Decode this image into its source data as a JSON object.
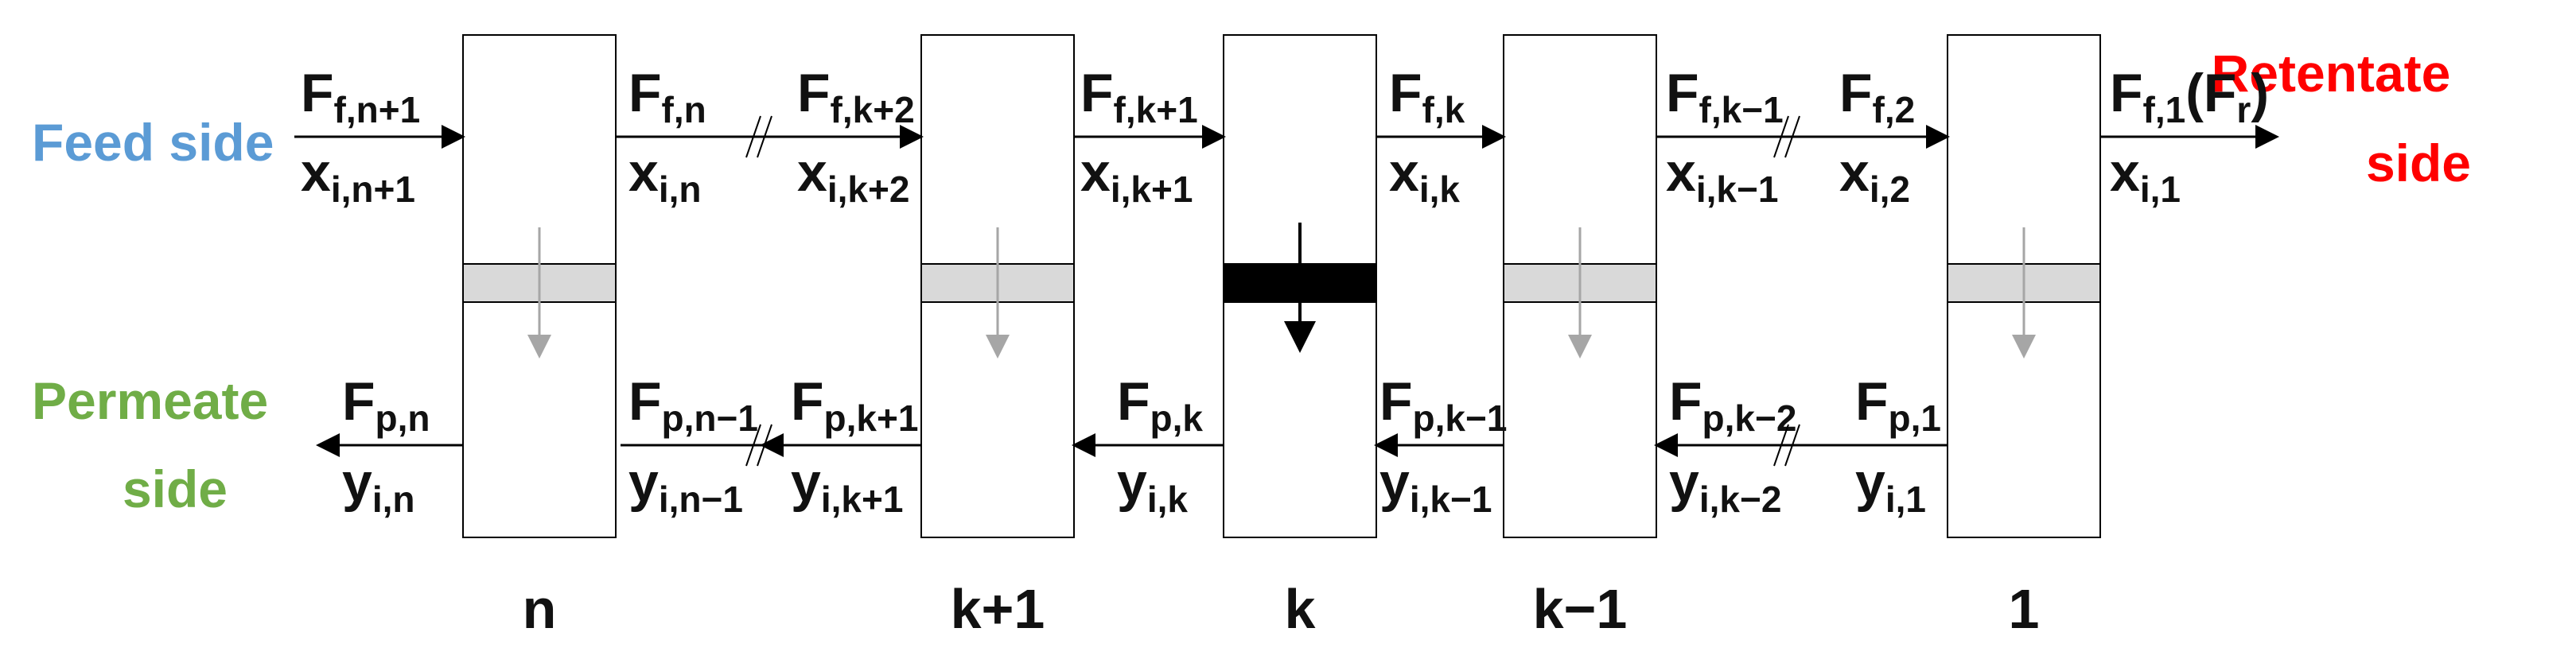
{
  "colors": {
    "feed": "#5b9bd5",
    "retentate": "#ff0000",
    "permeate": "#70ad47",
    "line": "#000000",
    "membrane_gray": "#d9d9d9",
    "membrane_active": "#000000",
    "arrow_gray": "#a6a6a6"
  },
  "sides": {
    "feed": "Feed side",
    "retentate_line1": "Retentate",
    "retentate_line2": "side",
    "permeate_line1": "Permeate",
    "permeate_line2": "side"
  },
  "stages": [
    {
      "label": "n",
      "active": false
    },
    {
      "label": "k+1",
      "active": false
    },
    {
      "label": "k",
      "active": true
    },
    {
      "label": "k−1",
      "active": false
    },
    {
      "label": "1",
      "active": false
    }
  ],
  "feed_streams": [
    {
      "F_sub": "f,n+1",
      "x_sub": "i,n+1"
    },
    {
      "F_sub": "f,n",
      "x_sub": "i,n"
    },
    {
      "F_sub": "f,k+2",
      "x_sub": "i,k+2"
    },
    {
      "F_sub": "f,k+1",
      "x_sub": "i,k+1"
    },
    {
      "F_sub": "f,k",
      "x_sub": "i,k"
    },
    {
      "F_sub": "f,k−1",
      "x_sub": "i,k−1"
    },
    {
      "F_sub": "f,2",
      "x_sub": "i,2"
    },
    {
      "F_sub": "f,1",
      "F_suffix": "(F",
      "F_suffix_sub": "r",
      "F_suffix_close": ")",
      "x_sub": "i,1"
    }
  ],
  "permeate_streams": [
    {
      "F_sub": "p,n",
      "y_sub": "i,n"
    },
    {
      "F_sub": "p,n−1",
      "y_sub": "i,n−1"
    },
    {
      "F_sub": "p,k+1",
      "y_sub": "i,k+1"
    },
    {
      "F_sub": "p,k",
      "y_sub": "i,k"
    },
    {
      "F_sub": "p,k−1",
      "y_sub": "i,k−1"
    },
    {
      "F_sub": "p,k−2",
      "y_sub": "i,k−2"
    },
    {
      "F_sub": "p,1",
      "y_sub": "i,1"
    }
  ],
  "symbols": {
    "F": "F",
    "x": "x",
    "y": "y"
  }
}
